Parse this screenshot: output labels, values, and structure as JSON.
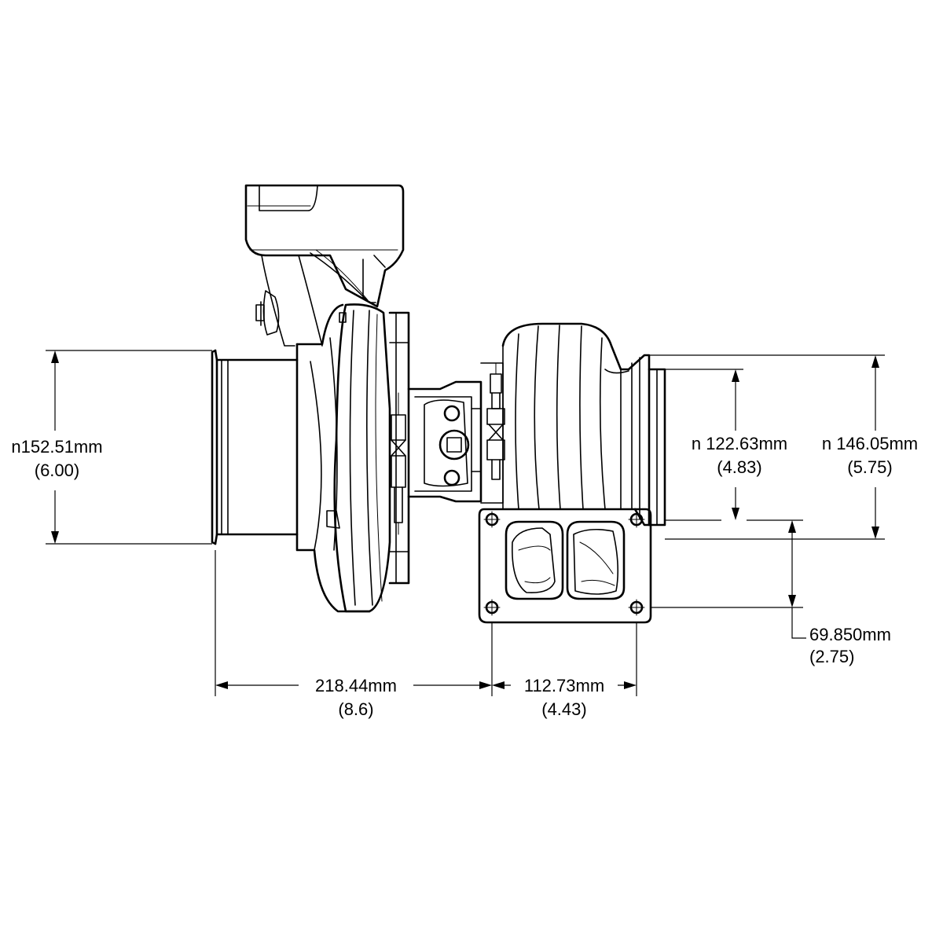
{
  "dimensions": {
    "compressor_inlet": {
      "primary": "n152.51mm",
      "secondary": "(6.00)"
    },
    "turbine_outlet_inner": {
      "primary": "n 122.63mm",
      "secondary": "(4.83)"
    },
    "turbine_outlet_outer": {
      "primary": "n 146.05mm",
      "secondary": "(5.75)"
    },
    "turbine_flange_offset": {
      "primary": "69.850mm",
      "secondary": "(2.75)"
    },
    "inlet_to_flange_length": {
      "primary": "218.44mm",
      "secondary": "(8.6)"
    },
    "flange_width": {
      "primary": "112.73mm",
      "secondary": "(4.43)"
    }
  }
}
